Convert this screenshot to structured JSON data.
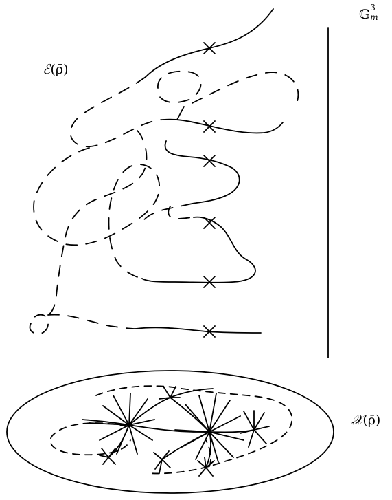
{
  "labels": {
    "e_script": "ℰ",
    "e_arg": "(ρ̄)",
    "g_base": "𝔾",
    "g_sup": "3",
    "g_sub": "m",
    "x_script": "𝒳",
    "x_arg": "(ρ̄)"
  }
}
